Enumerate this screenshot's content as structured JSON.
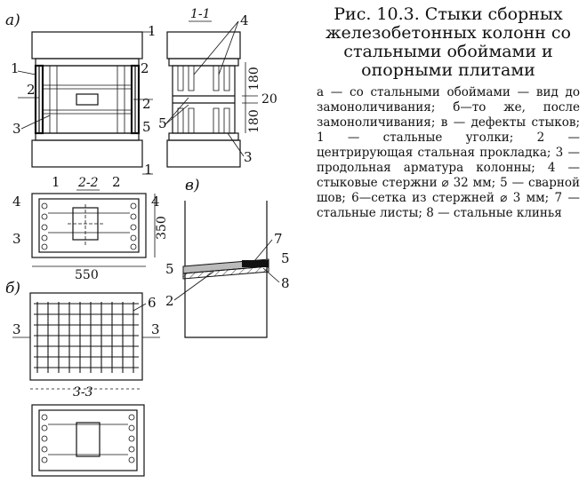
{
  "caption": "Рис. 10.3. Стыки сборных железобетонных колонн со стальными обоймами и опорными плитами",
  "legend": "а — со стальными обоймами — вид до замоноличивания; б—то же, после замоноличивания; в — дефекты стыков; 1 — стальные уголки; 2 — центрирующая стальная прокладка; 3 — продольная арматура колонны; 4 — стыковые стержни ⌀ 32 мм; 5 — сварной шов; 6—сетка из стержней ⌀ 3 мм; 7 — стальные листы; 8 — стальные клинья",
  "parts": {
    "a": "а)",
    "b": "б)",
    "v": "в)"
  },
  "sections": {
    "s11": "1-1",
    "s22": "2-2",
    "s33": "3-3"
  },
  "dims": {
    "d180a": "180",
    "d20": "20",
    "d180b": "180",
    "d350": "350",
    "d550": "550"
  },
  "marks": {
    "m1": "1",
    "m2": "2",
    "m3": "3",
    "m4": "4",
    "m5": "5",
    "m6": "6",
    "m7": "7",
    "m8": "8"
  }
}
